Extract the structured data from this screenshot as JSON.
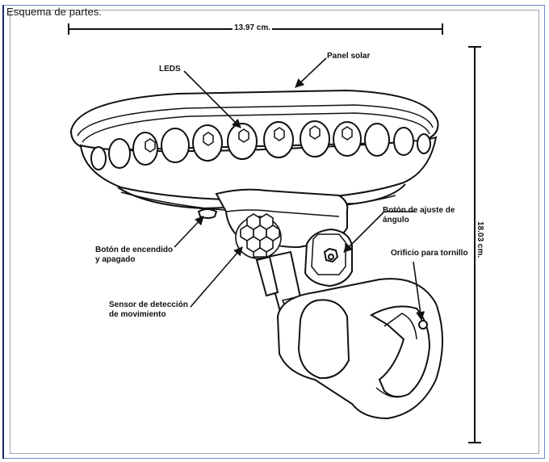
{
  "page": {
    "title": "Esquema de partes."
  },
  "dimensions": {
    "width": "13.97 cm.",
    "height": "18.03 cm."
  },
  "labels": {
    "solar_panel": "Panel solar",
    "leds": "LEDS",
    "power_button_line1": "Botón de encendido",
    "power_button_line2": "y apagado",
    "angle_button_line1": "Botón de ajuste de",
    "angle_button_line2": "ángulo",
    "screw_hole": "Orificio para tornillo",
    "motion_sensor_line1": "Sensor de detección",
    "motion_sensor_line2": "de movimiento"
  }
}
